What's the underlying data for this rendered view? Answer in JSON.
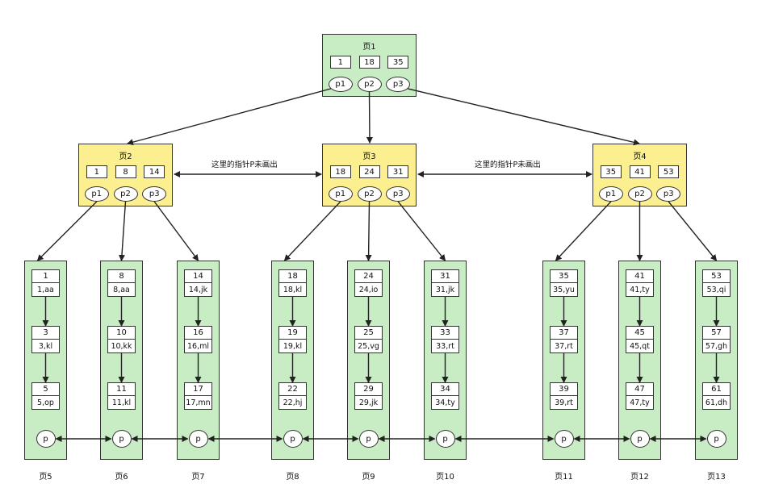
{
  "root": {
    "title": "页1",
    "keys": [
      "1",
      "18",
      "35"
    ],
    "ptrs": [
      "p1",
      "p2",
      "p3"
    ]
  },
  "internal": [
    {
      "title": "页2",
      "keys": [
        "1",
        "8",
        "14"
      ],
      "ptrs": [
        "p1",
        "p2",
        "p3"
      ]
    },
    {
      "title": "页3",
      "keys": [
        "18",
        "24",
        "31"
      ],
      "ptrs": [
        "p1",
        "p2",
        "p3"
      ]
    },
    {
      "title": "页4",
      "keys": [
        "35",
        "41",
        "53"
      ],
      "ptrs": [
        "p1",
        "p2",
        "p3"
      ]
    }
  ],
  "notes": [
    "这里的指针P未画出",
    "这里的指针P未画出"
  ],
  "leaves": [
    {
      "label": "页5",
      "ptr": "p",
      "records": [
        {
          "k": "1",
          "v": "1,aa"
        },
        {
          "k": "3",
          "v": "3,kl"
        },
        {
          "k": "5",
          "v": "5,op"
        }
      ]
    },
    {
      "label": "页6",
      "ptr": "p",
      "records": [
        {
          "k": "8",
          "v": "8,aa"
        },
        {
          "k": "10",
          "v": "10,kk"
        },
        {
          "k": "11",
          "v": "11,kl"
        }
      ]
    },
    {
      "label": "页7",
      "ptr": "p",
      "records": [
        {
          "k": "14",
          "v": "14,jk"
        },
        {
          "k": "16",
          "v": "16,ml"
        },
        {
          "k": "17",
          "v": "17,mn"
        }
      ]
    },
    {
      "label": "页8",
      "ptr": "p",
      "records": [
        {
          "k": "18",
          "v": "18,kl"
        },
        {
          "k": "19",
          "v": "19,kl"
        },
        {
          "k": "22",
          "v": "22,hj"
        }
      ]
    },
    {
      "label": "页9",
      "ptr": "p",
      "records": [
        {
          "k": "24",
          "v": "24,io"
        },
        {
          "k": "25",
          "v": "25,vg"
        },
        {
          "k": "29",
          "v": "29,jk"
        }
      ]
    },
    {
      "label": "页10",
      "ptr": "p",
      "records": [
        {
          "k": "31",
          "v": "31,jk"
        },
        {
          "k": "33",
          "v": "33,rt"
        },
        {
          "k": "34",
          "v": "34,ty"
        }
      ]
    },
    {
      "label": "页11",
      "ptr": "p",
      "records": [
        {
          "k": "35",
          "v": "35,yu"
        },
        {
          "k": "37",
          "v": "37,rt"
        },
        {
          "k": "39",
          "v": "39,rt"
        }
      ]
    },
    {
      "label": "页12",
      "ptr": "p",
      "records": [
        {
          "k": "41",
          "v": "41,ty"
        },
        {
          "k": "45",
          "v": "45,qt"
        },
        {
          "k": "47",
          "v": "47,ty"
        }
      ]
    },
    {
      "label": "页13",
      "ptr": "p",
      "records": [
        {
          "k": "53",
          "v": "53,qi"
        },
        {
          "k": "57",
          "v": "57,gh"
        },
        {
          "k": "61",
          "v": "61,dh"
        }
      ]
    }
  ],
  "colors": {
    "leaf_fill": "#c8ecc4",
    "internal_fill": "#fbef8f",
    "root_fill": "#c8ecc4",
    "stroke": "#333333"
  }
}
